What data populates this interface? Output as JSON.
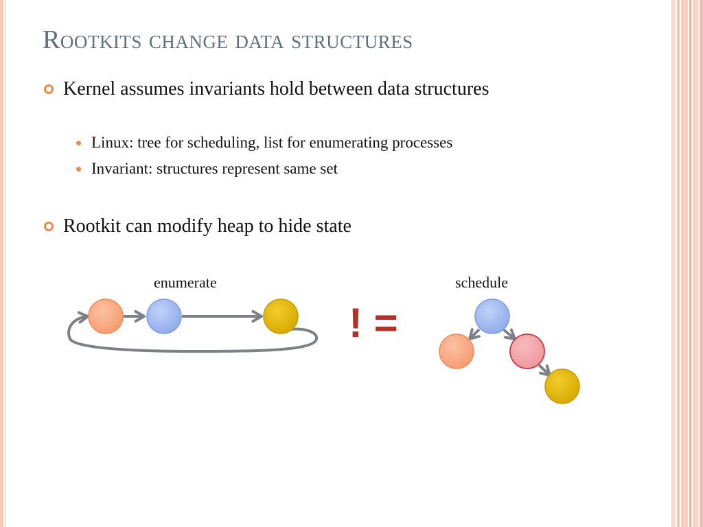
{
  "slide": {
    "title": "Rootkits change data structures",
    "bullets": [
      {
        "text": "Kernel assumes invariants hold between data structures",
        "sub": [
          "Linux: tree for scheduling, list for enumerating processes",
          "Invariant: structures represent same set"
        ]
      },
      {
        "text": "Rootkit can modify heap to hide state"
      }
    ]
  },
  "diagram": {
    "enumerate_label": "enumerate",
    "schedule_label": "schedule",
    "operator": "! ="
  },
  "colors": {
    "title": "#5f6f7e",
    "bullet_accent": "#f08a4b",
    "operator": "#b0322a",
    "node_orange": "#f9a57f",
    "node_blue": "#9fb8f0",
    "node_gold": "#e2b600",
    "node_pink": "#f0a0a6",
    "arrow_gray": "#7c8087"
  }
}
